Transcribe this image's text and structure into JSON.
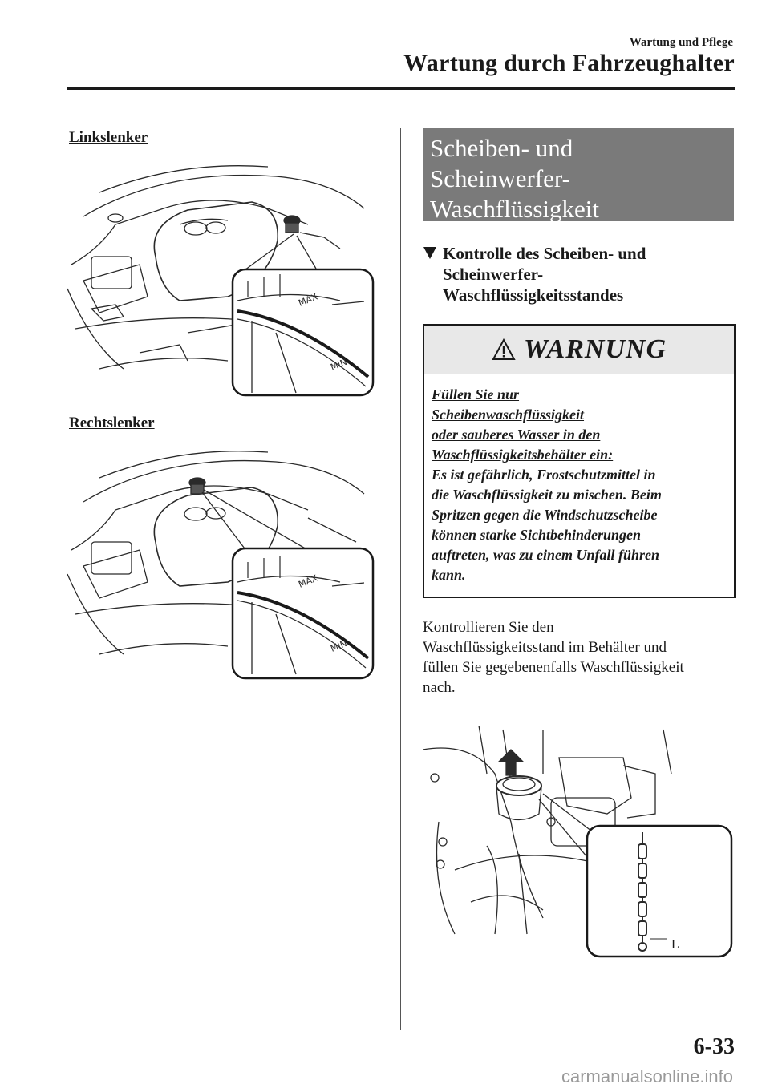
{
  "header": {
    "section": "Wartung und Pflege",
    "chapter": "Wartung durch Fahrzeughalter"
  },
  "left": {
    "lhd_label": "Linkslenker",
    "rhd_label": "Rechtslenker",
    "figure_marks": {
      "max": "MAX",
      "min": "MIN"
    }
  },
  "right": {
    "section_title_lines": [
      "Scheiben- und",
      "Scheinwerfer-",
      "Waschflüssigkeit"
    ],
    "subheading_lines": [
      "Kontrolle des Scheiben- und",
      "Scheinwerfer-",
      "Waschflüssigkeitsstandes"
    ],
    "warning": {
      "title": "WARNUNG",
      "underlined_lines": [
        "Füllen Sie nur",
        "Scheibenwaschflüssigkeit",
        "oder sauberes Wasser in den",
        "Waschflüssigkeitsbehälter ein:"
      ],
      "body_lines": [
        "Es ist gefährlich, Frostschutzmittel in",
        "die Waschflüssigkeit zu mischen. Beim",
        "Spritzen gegen die Windschutzscheibe",
        "können starke Sichtbehinderungen",
        "auftreten, was zu einem Unfall führen",
        "kann."
      ]
    },
    "paragraph_lines": [
      "Kontrollieren Sie den",
      "Waschflüssigkeitsstand im Behälter und",
      "füllen Sie gegebenenfalls Waschflüssigkeit",
      "nach."
    ],
    "dipstick_label": "L"
  },
  "footer": {
    "page_number": "6-33",
    "watermark": "carmanualsonline.info"
  }
}
